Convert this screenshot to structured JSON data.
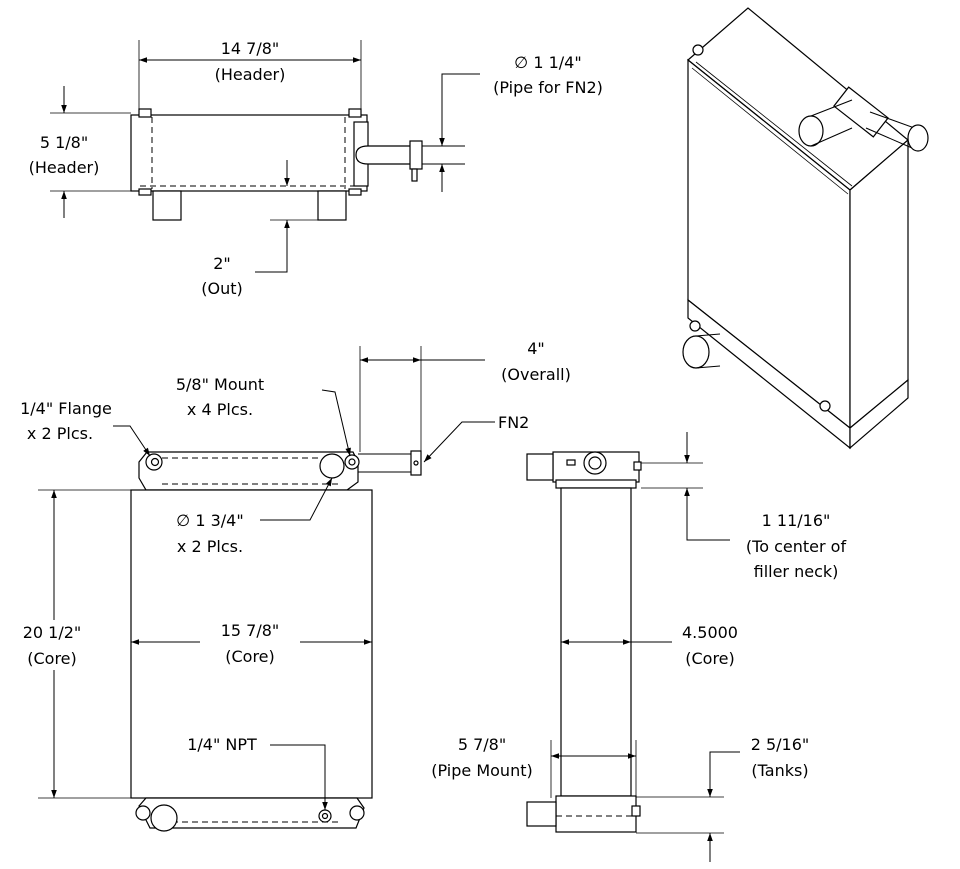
{
  "top_view": {
    "header_width": "14 7/8\"",
    "header_width_note": "(Header)",
    "header_height": "5 1/8\"",
    "header_height_note": "(Header)",
    "pipe_dia": "∅ 1 1/4\"",
    "pipe_note": "(Pipe for FN2)",
    "out_dim": "2\"",
    "out_note": "(Out)"
  },
  "front_view": {
    "overall": "4\"",
    "overall_note": "(Overall)",
    "mount": "5/8\" Mount",
    "mount_note": "x 4 Plcs.",
    "flange": "1/4\" Flange",
    "flange_note": "x 2 Plcs.",
    "fn2": "FN2",
    "outlet_dia": "∅ 1 3/4\"",
    "outlet_note": "x 2 Plcs.",
    "core_height": "20 1/2\"",
    "core_height_note": "(Core)",
    "core_width": "15 7/8\"",
    "core_width_note": "(Core)",
    "npt": "1/4\" NPT"
  },
  "side_view": {
    "filler": "1 11/16\"",
    "filler_note1": "(To center of",
    "filler_note2": "filler neck)",
    "core_depth": "4.5000",
    "core_depth_note": "(Core)",
    "pipe_mount": "5 7/8\"",
    "pipe_mount_note": "(Pipe Mount)",
    "tanks": "2 5/16\"",
    "tanks_note": "(Tanks)"
  }
}
